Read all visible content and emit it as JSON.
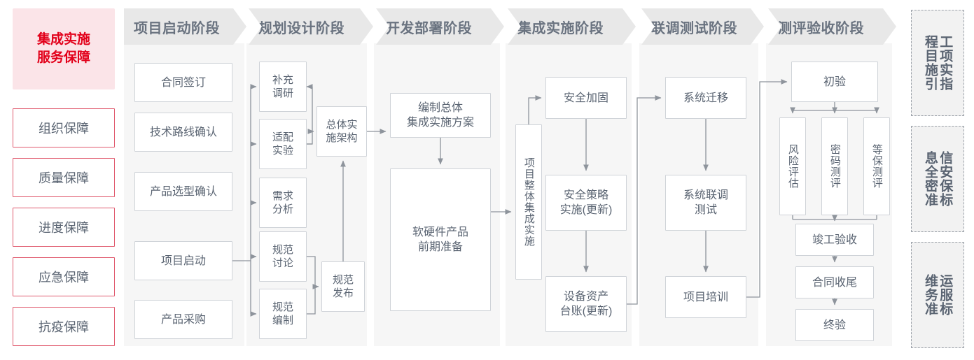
{
  "left_panel": {
    "header": "集成实施\n服务保障",
    "header_line1": "集成实施",
    "header_line2": "服务保障",
    "accent_color": "#e2001a",
    "header_bg": "#fbe4e8",
    "border_color": "#e05a6e",
    "items": [
      {
        "label": "组织保障"
      },
      {
        "label": "质量保障"
      },
      {
        "label": "进度保障"
      },
      {
        "label": "应急保障"
      },
      {
        "label": "抗疫保障"
      }
    ]
  },
  "phases": [
    {
      "id": "startup",
      "title": "项目启动阶段",
      "nodes": [
        {
          "id": "contract-sign",
          "label": "合同签订"
        },
        {
          "id": "tech-route",
          "label": "技术路线确认"
        },
        {
          "id": "product-select",
          "label": "产品选型确认"
        },
        {
          "id": "project-kickoff",
          "label": "项目启动"
        },
        {
          "id": "product-purchase",
          "label": "产品采购"
        }
      ]
    },
    {
      "id": "planning",
      "title": "规划设计阶段",
      "nodes": [
        {
          "id": "supplement-research",
          "label": "补充\n调研",
          "line1": "补充",
          "line2": "调研"
        },
        {
          "id": "adapt-test",
          "label": "适配\n实验",
          "line1": "适配",
          "line2": "实验"
        },
        {
          "id": "demand-analysis",
          "label": "需求\n分析",
          "line1": "需求",
          "line2": "分析"
        },
        {
          "id": "spec-discussion",
          "label": "规范\n讨论",
          "line1": "规范",
          "line2": "讨论"
        },
        {
          "id": "spec-drafting",
          "label": "规范\n编制",
          "line1": "规范",
          "line2": "编制"
        },
        {
          "id": "overall-architecture",
          "label": "总体实\n施架构",
          "line1": "总体实",
          "line2": "施架构"
        },
        {
          "id": "spec-release",
          "label": "规范\n发布",
          "line1": "规范",
          "line2": "发布"
        }
      ]
    },
    {
      "id": "development",
      "title": "开发部署阶段",
      "nodes": [
        {
          "id": "overall-plan",
          "label": "编制总体\n集成实施方案",
          "line1": "编制总体",
          "line2": "集成实施方案"
        },
        {
          "id": "hw-sw-prep",
          "label": "软硬件产品\n前期准备",
          "line1": "软硬件产品",
          "line2": "前期准备"
        }
      ]
    },
    {
      "id": "integration",
      "title": "集成实施阶段",
      "nodes": [
        {
          "id": "overall-integration",
          "label": "项目整体集成实施"
        },
        {
          "id": "security-hardening",
          "label": "安全加固"
        },
        {
          "id": "security-policy",
          "label": "安全策略\n实施(更新)",
          "line1": "安全策略",
          "line2": "实施(更新)"
        },
        {
          "id": "asset-ledger",
          "label": "设备资产\n台账(更新)",
          "line1": "设备资产",
          "line2": "台账(更新)"
        }
      ]
    },
    {
      "id": "joint-test",
      "title": "联调测试阶段",
      "nodes": [
        {
          "id": "system-migration",
          "label": "系统迁移"
        },
        {
          "id": "joint-debug-test",
          "label": "系统联调\n测试",
          "line1": "系统联调",
          "line2": "测试"
        },
        {
          "id": "project-training",
          "label": "项目培训"
        }
      ]
    },
    {
      "id": "acceptance",
      "title": "测评验收阶段",
      "nodes": [
        {
          "id": "initial-acceptance",
          "label": "初验"
        },
        {
          "id": "risk-assessment",
          "label": "风险评估"
        },
        {
          "id": "crypto-evaluation",
          "label": "密码测评"
        },
        {
          "id": "grade-protection",
          "label": "等保测评"
        },
        {
          "id": "completion-acceptance",
          "label": "竣工验收"
        },
        {
          "id": "contract-closeout",
          "label": "合同收尾"
        },
        {
          "id": "final-acceptance",
          "label": "终验"
        }
      ]
    }
  ],
  "standards": [
    {
      "id": "engineering-guide",
      "right_col": "程目施引",
      "left_col": "工项实指",
      "full": "工程项目实施指引"
    },
    {
      "id": "infosec-standard",
      "right_col": "息全密准",
      "left_col": "信安保标",
      "full": "信息安全保密标准"
    },
    {
      "id": "ops-service-standard",
      "right_col": "维务准",
      "left_col": "运服标",
      "full": "运维服务标准"
    }
  ]
}
